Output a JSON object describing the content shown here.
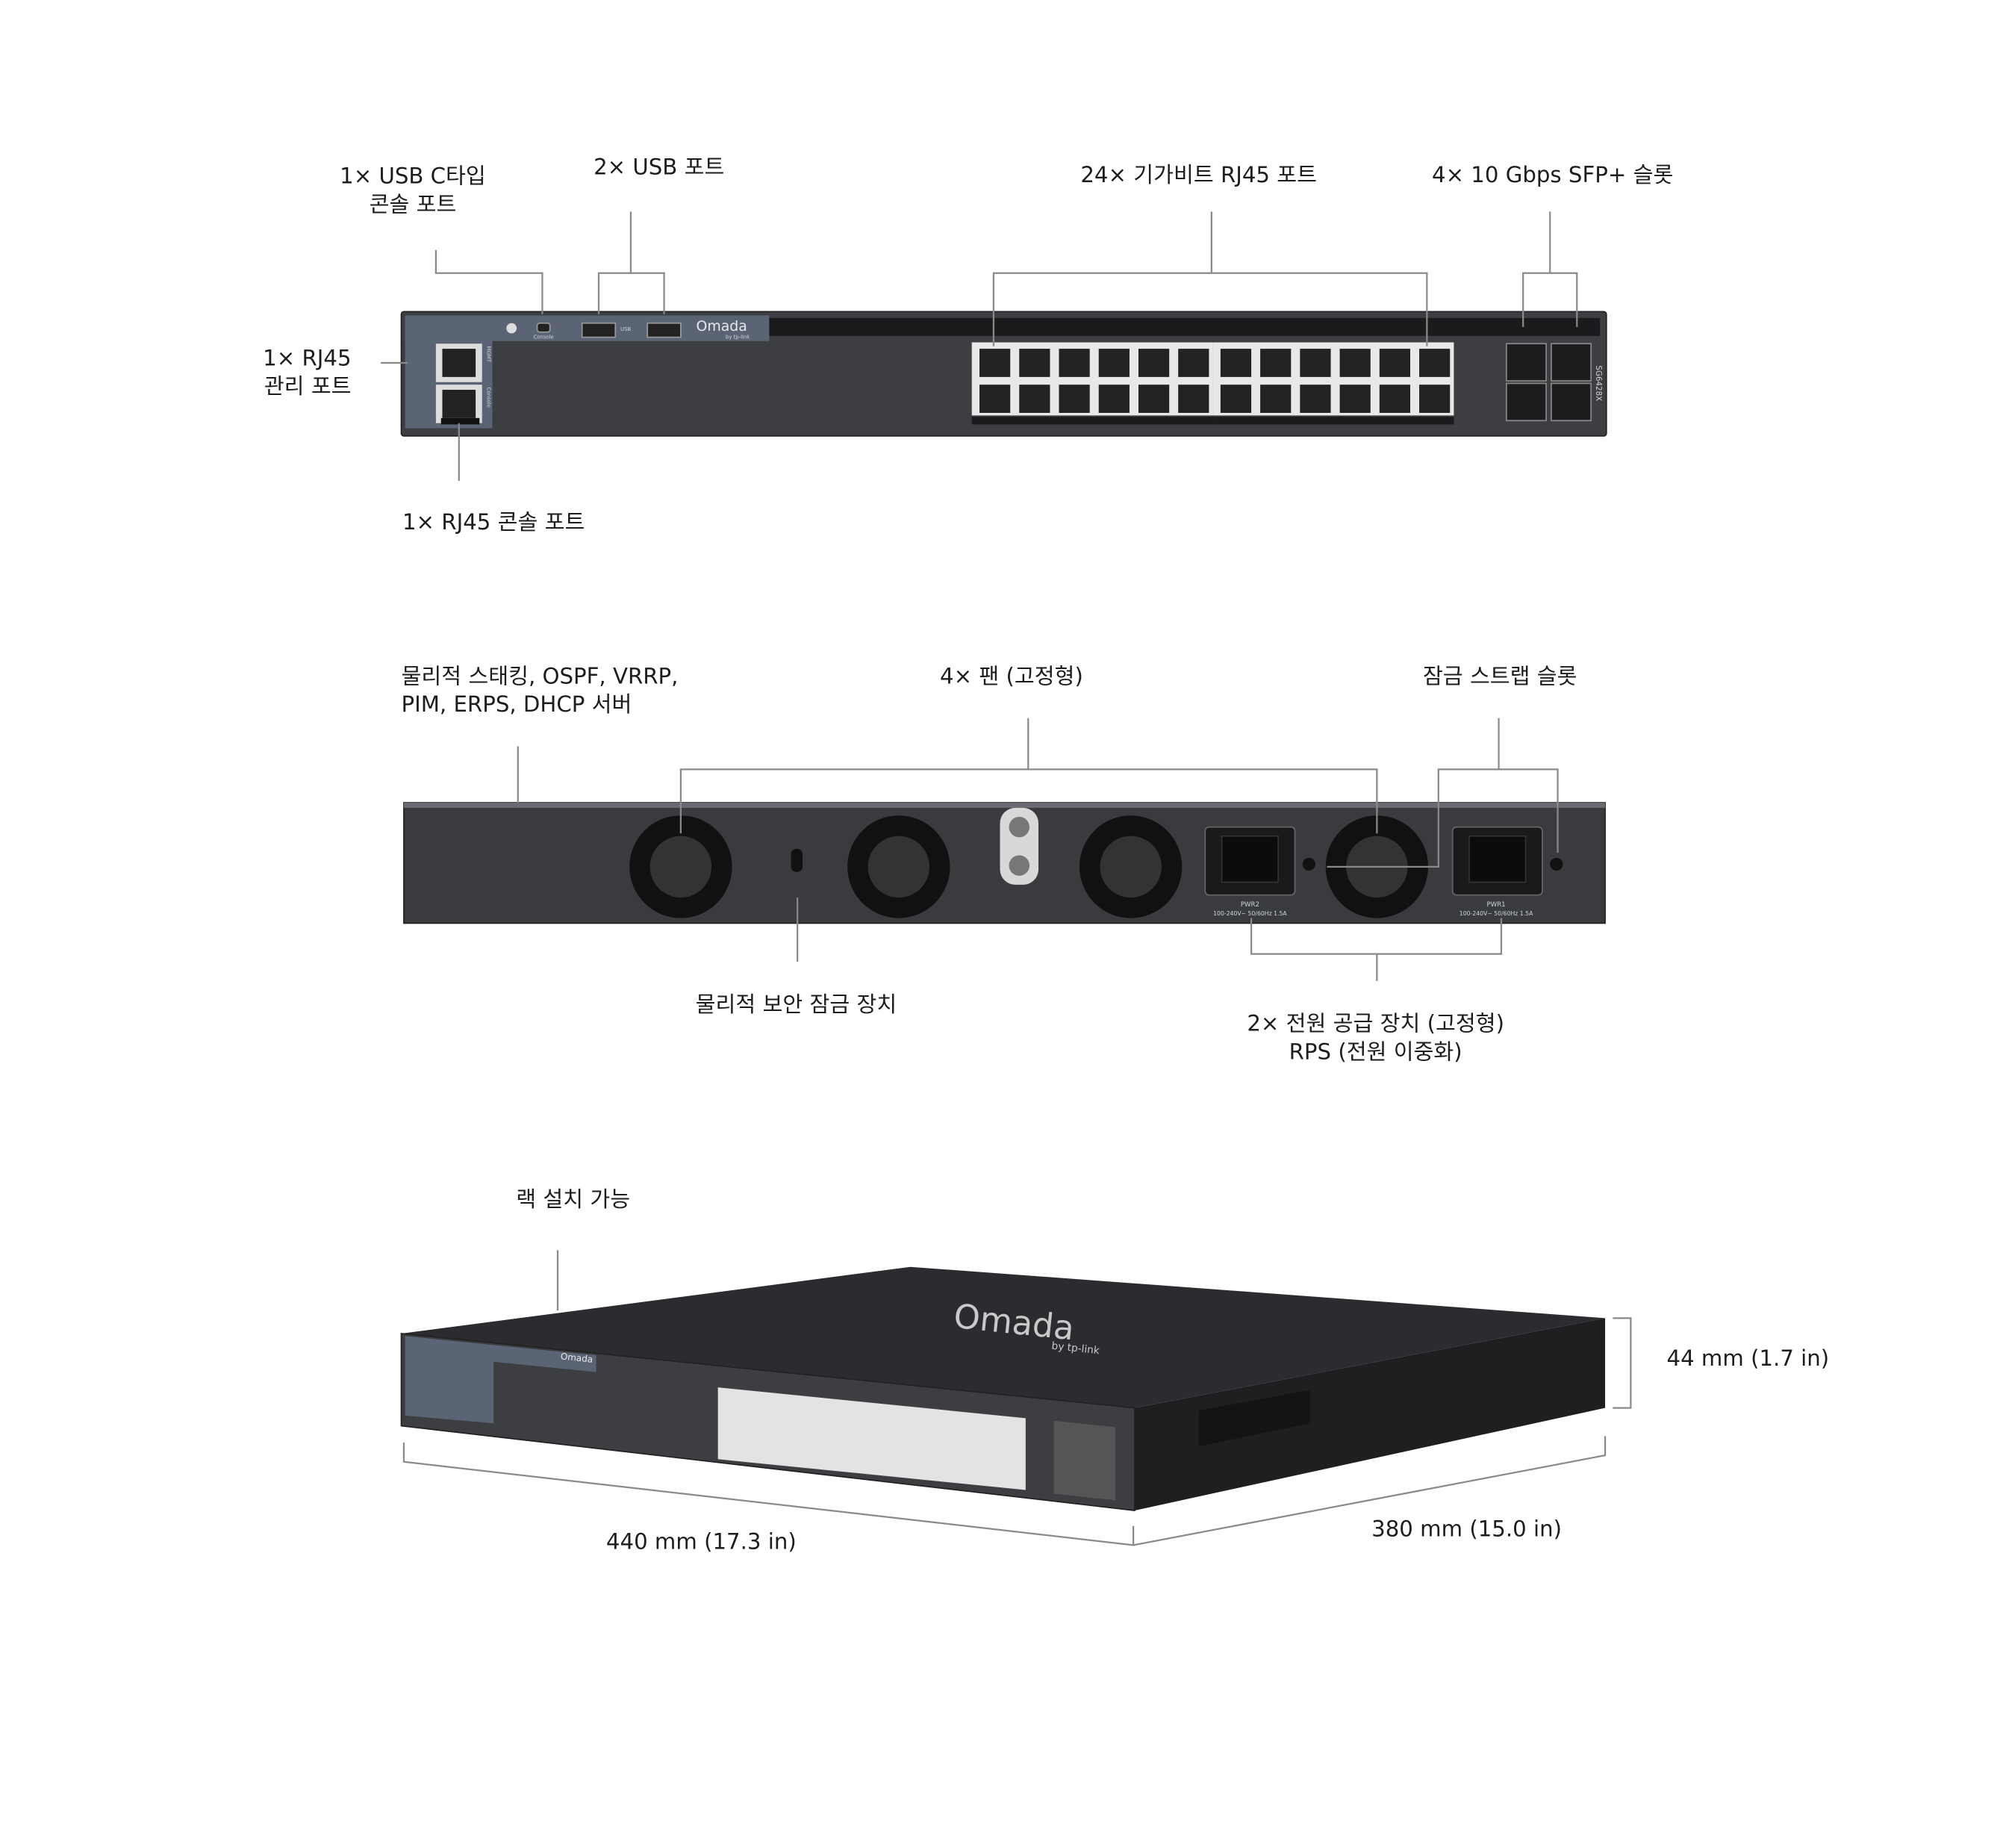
{
  "front": {
    "labels": {
      "usb_c_line1": "1× USB C타입",
      "usb_c_line2": "콘솔 포트",
      "usb": "2× USB 포트",
      "rj45": "24× 기가비트 RJ45 포트",
      "sfp": "4× 10 Gbps SFP+ 슬롯",
      "mgmt_line1": "1× RJ45",
      "mgmt_line2": "관리 포트",
      "console": "1× RJ45 콘솔 포트"
    },
    "device": {
      "brand": "Omada",
      "brand_sub": "by tp-link",
      "model": "SG6428X",
      "usb_tag": "USB",
      "console_tag": "Console",
      "mgmt_tag": "MGMT",
      "console_rj_tag": "Console"
    }
  },
  "rear": {
    "labels": {
      "features_line1": "물리적 스태킹, OSPF, VRRP,",
      "features_line2": "PIM, ERPS, DHCP 서버",
      "fans": "4× 팬 (고정형)",
      "strap": "잠금 스트랩 슬롯",
      "lock": "물리적 보안 잠금 장치",
      "psu_line1": "2× 전원 공급 장치 (고정형)",
      "psu_line2": "RPS (전원 이중화)"
    },
    "device": {
      "pwr2": "PWR2",
      "pwr1": "PWR1",
      "rating": "100-240V~ 50/60Hz 1.5A"
    }
  },
  "iso": {
    "labels": {
      "rack": "랙 설치 가능",
      "height": "44 mm (1.7 in)",
      "width": "440 mm (17.3 in)",
      "depth": "380 mm (15.0 in)"
    },
    "device": {
      "brand": "Omada",
      "brand_sub": "by tp-link"
    }
  },
  "colors": {
    "chassis": "#3b3c40",
    "panel": "#5b6474",
    "port": "#e8e8e8"
  }
}
